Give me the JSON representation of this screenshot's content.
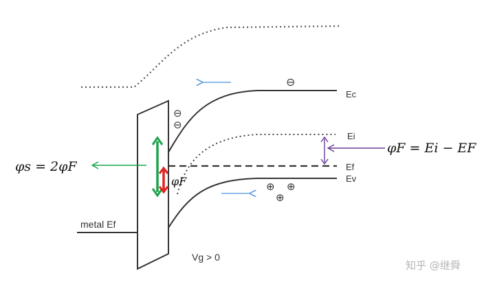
{
  "labels": {
    "ec": "Ec",
    "ei": "Ei",
    "ef": "Ef",
    "ev": "Ev",
    "metal_ef": "metal Ef",
    "vg": "Vg > 0",
    "watermark": "知乎 @继舜"
  },
  "symbols": {
    "electron": "⊖",
    "hole": "⊕"
  },
  "equations": {
    "phi_s": "φs = 2φF",
    "phi_f": "φF = Ei − EF",
    "phi_f_small": "φF"
  },
  "colors": {
    "band_line": "#333333",
    "blue_arrow": "#4a90d9",
    "green_arrow": "#1aa34a",
    "red_arrow": "#e02020",
    "purple_arrow": "#6a3d9a"
  }
}
